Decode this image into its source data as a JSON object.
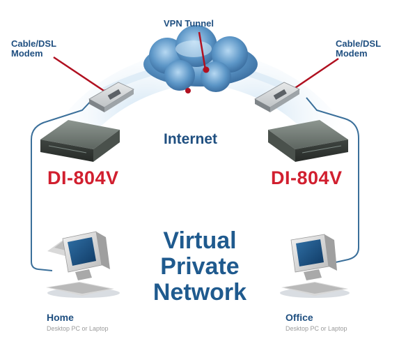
{
  "cloud": {
    "tunnel_label": "VPN Tunnel",
    "internet_label": "Internet"
  },
  "left_site": {
    "modem_label": "Cable/DSL\nModem",
    "router_label": "DI-804V",
    "place_label": "Home",
    "device_label": "Desktop PC or Laptop"
  },
  "right_site": {
    "modem_label": "Cable/DSL\nModem",
    "router_label": "DI-804V",
    "place_label": "Office",
    "device_label": "Desktop PC or Laptop"
  },
  "center_title": "Virtual\nPrivate\nNetwork",
  "colors": {
    "brand_blue": "#1f4f80",
    "router_red": "#d11f2f",
    "callout_red": "#b01020",
    "cable_blue": "#3a6f9a"
  }
}
